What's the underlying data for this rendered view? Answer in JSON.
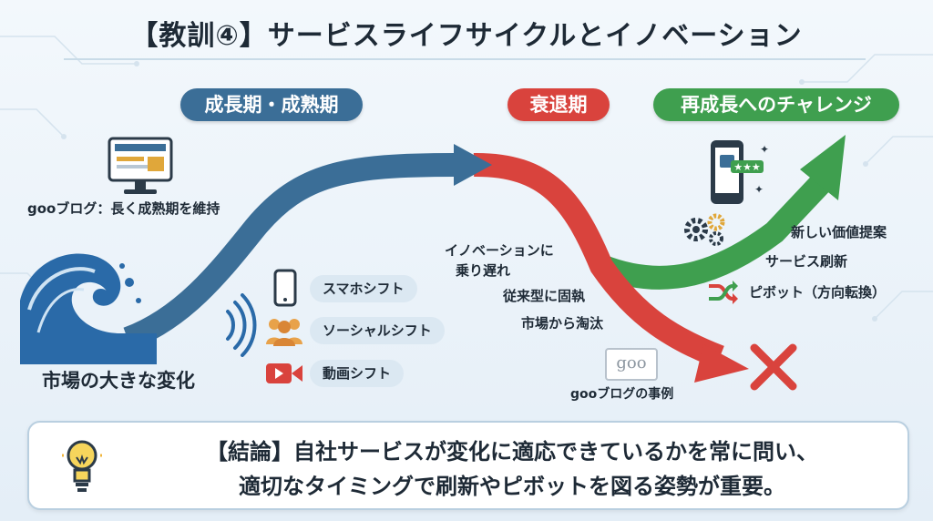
{
  "title": "【教訓④】サービスライフサイクルとイノベーション",
  "phases": {
    "growth": "成長期・成熟期",
    "decline": "衰退期",
    "regrowth": "再成長へのチャレンジ"
  },
  "growth_example": "gooブログ：長く成熟期を維持",
  "wave_label": "市場の大きな変化",
  "shifts": [
    "スマホシフト",
    "ソーシャルシフト",
    "動画シフト"
  ],
  "decline_reasons": [
    "イノベーションに",
    "乗り遅れ",
    "従来型に固執",
    "市場から淘汰"
  ],
  "decline_example": "gooブログの事例",
  "goo_logo": "goo",
  "regrowth_items": [
    "新しい価値提案",
    "サービス刷新",
    "ピボット（方向転換）"
  ],
  "conclusion": [
    "【結論】自社サービスが変化に適応できているかを常に問い、",
    "適切なタイミングで刷新やピボットを図る姿勢が重要。"
  ],
  "colors": {
    "growth": "#3b6e97",
    "decline": "#d9433d",
    "regrowth": "#3f9f4f",
    "wave": "#2a6aa8"
  }
}
